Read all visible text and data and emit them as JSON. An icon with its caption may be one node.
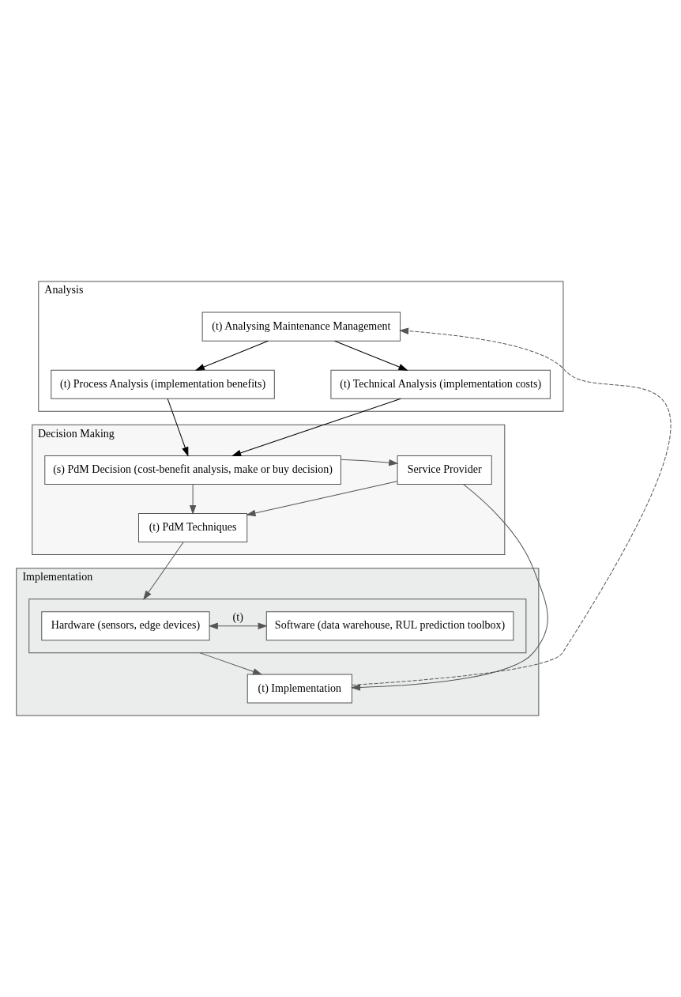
{
  "diagram": {
    "nodes": [
      {
        "text": [
          "Analysis"
        ]
      },
      {
        "text": [
          "(t) Analysing Maintenance Management"
        ],
        "in": 0
      },
      {
        "text": [
          "(t) Process Analysis (implementation benefits)"
        ],
        "in": 0
      },
      {
        "text": [
          "(t) Technical Analysis (implementation costs)"
        ],
        "in": 0
      },
      {
        "text": [
          "Decision Making"
        ]
      },
      {
        "text": [
          "Service Provider"
        ],
        "in": 4
      },
      {
        "text": [
          "(s) PdM Decision (cost-benefit analysis, make or buy decision)"
        ],
        "in": 4
      },
      {
        "text": [
          "(t) PdM Techniques"
        ],
        "in": 4
      },
      {
        "text": [
          "Implementation"
        ]
      },
      {
        "text": [],
        "shape": "box",
        "in": 8
      },
      {
        "text": [
          "Hardware (sensors, edge devices)"
        ],
        "in": 9
      },
      {
        "text": [
          "Software (data warehouse, RUL prediction toolbox)"
        ],
        "in": 9
      },
      {
        "text": [
          "(t) Implementation"
        ],
        "in": 8
      }
    ],
    "edges": [
      {
        "from": 1,
        "to": 2,
        "arrow": "to",
        "color": "#000000"
      },
      {
        "from": 1,
        "to": 3,
        "arrow": "to",
        "color": "#000000"
      },
      {
        "from": 2,
        "to": 6,
        "arrow": "to",
        "color": "#000000"
      },
      {
        "from": 3,
        "to": 6,
        "arrow": "to",
        "color": "#000000"
      },
      {
        "from": 6,
        "to": 5,
        "arrow": "to"
      },
      {
        "from": 5,
        "to": 7,
        "arrow": "to"
      },
      {
        "from": 6,
        "to": 7,
        "arrow": "to"
      },
      {
        "from": 7,
        "to": 9,
        "arrow": "to"
      },
      {
        "from": 10,
        "to": 11,
        "arrow": "both",
        "label": "(t)"
      },
      {
        "from": 9,
        "to": 12,
        "arrow": "to"
      },
      {
        "from": 5,
        "to": 12,
        "arrow": "to"
      },
      {
        "from": 12,
        "to": 1,
        "arrow": "to",
        "style": "dashed"
      }
    ]
  }
}
